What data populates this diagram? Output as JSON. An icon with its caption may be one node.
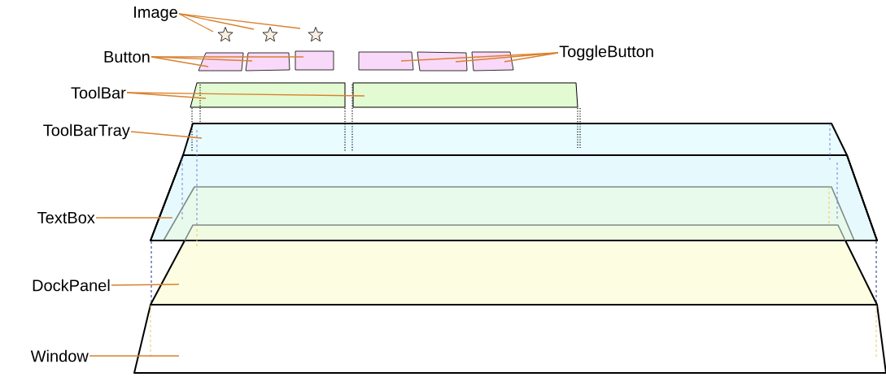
{
  "diagram": {
    "nodes": [
      {
        "text": [
          "Image"
        ]
      },
      {
        "text": [],
        "shape": "star"
      },
      {
        "text": [],
        "shape": "star"
      },
      {
        "text": [],
        "shape": "star"
      },
      {
        "text": [
          "Button"
        ]
      },
      {
        "text": [],
        "shape": "box"
      },
      {
        "text": [],
        "shape": "box"
      },
      {
        "text": [],
        "shape": "box"
      },
      {
        "text": [],
        "shape": "box"
      },
      {
        "text": [],
        "shape": "box"
      },
      {
        "text": [],
        "shape": "box"
      },
      {
        "text": [
          "ToggleButton"
        ]
      },
      {
        "text": [
          "ToolBar"
        ]
      },
      {
        "text": [],
        "shape": "box"
      },
      {
        "text": [],
        "shape": "box"
      },
      {
        "text": [
          "ToolBarTray"
        ]
      },
      {
        "text": [],
        "shape": "box"
      },
      {
        "text": [
          "TextBox"
        ]
      },
      {
        "text": [],
        "shape": "box"
      },
      {
        "text": [
          "DockPanel"
        ]
      },
      {
        "text": [],
        "shape": "box"
      },
      {
        "text": [
          "Window"
        ]
      },
      {
        "text": [],
        "shape": "box"
      }
    ],
    "edges": [
      {
        "from": 0,
        "to": 1,
        "arrow": "none"
      },
      {
        "from": 0,
        "to": 2,
        "arrow": "none"
      },
      {
        "from": 0,
        "to": 3,
        "arrow": "none"
      },
      {
        "from": 4,
        "to": 5,
        "arrow": "none"
      },
      {
        "from": 4,
        "to": 6,
        "arrow": "none"
      },
      {
        "from": 4,
        "to": 7,
        "arrow": "none"
      },
      {
        "from": 11,
        "to": 8,
        "arrow": "none"
      },
      {
        "from": 11,
        "to": 9,
        "arrow": "none"
      },
      {
        "from": 11,
        "to": 10,
        "arrow": "none"
      },
      {
        "from": 12,
        "to": 13,
        "arrow": "none"
      },
      {
        "from": 12,
        "to": 14,
        "arrow": "none"
      },
      {
        "from": 15,
        "to": 16,
        "arrow": "none"
      },
      {
        "from": 17,
        "to": 18,
        "arrow": "none"
      },
      {
        "from": 19,
        "to": 20,
        "arrow": "none"
      },
      {
        "from": 21,
        "to": 22,
        "arrow": "none"
      }
    ]
  }
}
